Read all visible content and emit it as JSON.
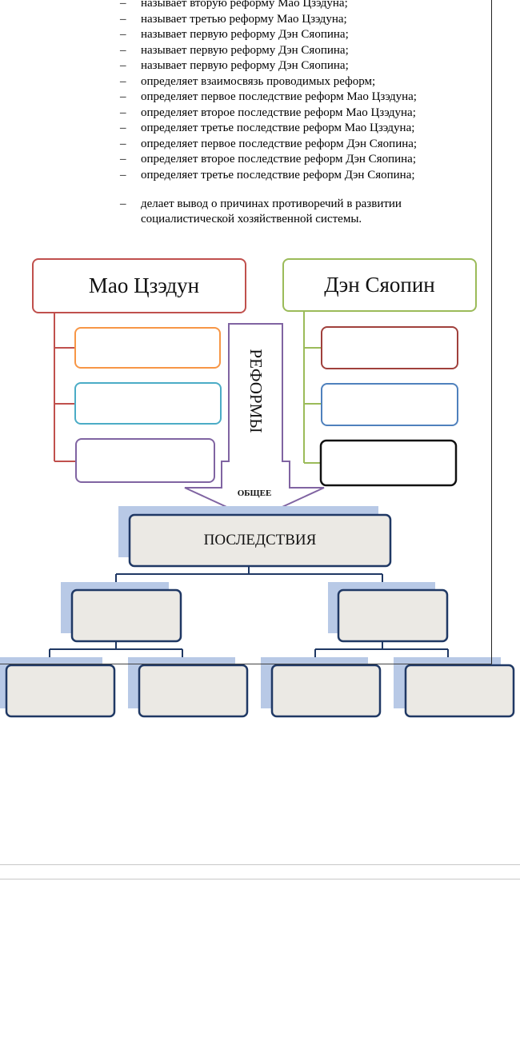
{
  "criteria": [
    "называет вторую реформу Мао Цзэдуна;",
    "называет третью реформу Мао Цзэдуна;",
    "называет первую реформу Дэн Сяопина;",
    "называет первую реформу Дэн Сяопина;",
    "называет первую реформу Дэн Сяопина;",
    "определяет взаимосвязь проводимых реформ;",
    "определяет первое последствие реформ Мао Цзэдуна;",
    "определяет второе последствие реформ Мао Цзэдуна;",
    "определяет третье последствие реформ Мао Цзэдуна;",
    "определяет первое последствие реформ Дэн Сяопина;",
    "определяет второе последствие реформ Дэн Сяопина;",
    "определяет третье последствие реформ Дэн Сяопина;"
  ],
  "dash": "–",
  "conclusion": "делает вывод о причинах противоречий в развитии социалистической хозяйственной системы.",
  "diagram": {
    "mao": "Мао Цзэдун",
    "deng": "Дэн Сяопин",
    "reforms": "РЕФОРМЫ",
    "common": "ОБЩЕЕ",
    "consequences": "ПОСЛЕДСТВИЯ"
  },
  "colors": {
    "mao_border": "#c0504d",
    "deng_border": "#9bbb59",
    "orange": "#f79646",
    "teal": "#4bacc6",
    "purple": "#8064a2",
    "red": "#a0403c",
    "blue": "#4f81bd",
    "navy": "#1f3864",
    "box_fill": "#ebe9e4",
    "shadow": "#b8c9e6"
  }
}
